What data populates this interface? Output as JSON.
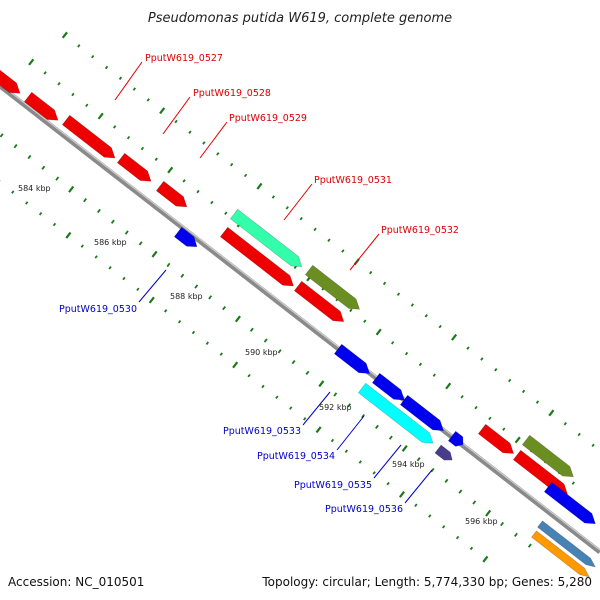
{
  "title": "Pseudomonas putida W619, complete genome",
  "footer": {
    "accession": "Accession: NC_010501",
    "summary": "Topology: circular; Length: 5,774,330 bp; Genes: 5,280"
  },
  "kbp_labels": [
    "584 kbp",
    "586 kbp",
    "588 kbp",
    "590 kbp",
    "592 kbp",
    "594 kbp",
    "596 kbp"
  ],
  "gene_labels": [
    {
      "text": "PputW619_0527",
      "color": "#dd0000"
    },
    {
      "text": "PputW619_0528",
      "color": "#dd0000"
    },
    {
      "text": "PputW619_0529",
      "color": "#dd0000"
    },
    {
      "text": "PputW619_0531",
      "color": "#dd0000"
    },
    {
      "text": "PputW619_0532",
      "color": "#dd0000"
    },
    {
      "text": "PputW619_0530",
      "color": "#0000cc"
    },
    {
      "text": "PputW619_0533",
      "color": "#0000cc"
    },
    {
      "text": "PputW619_0534",
      "color": "#0000cc"
    },
    {
      "text": "PputW619_0535",
      "color": "#0000cc"
    },
    {
      "text": "PputW619_0536",
      "color": "#0000cc"
    }
  ],
  "colors": {
    "backbone": "#8a8a8a",
    "tick": "#1a7a1a",
    "red_gene": "#ee0000",
    "blue_gene": "#0000ee",
    "green_gene": "#33ffaa",
    "olive_gene": "#6b8e23",
    "cyan_gene": "#00ffff",
    "purple_gene": "#483d8b",
    "orange_gene": "#ff9900",
    "steel_gene": "#4682b4"
  }
}
